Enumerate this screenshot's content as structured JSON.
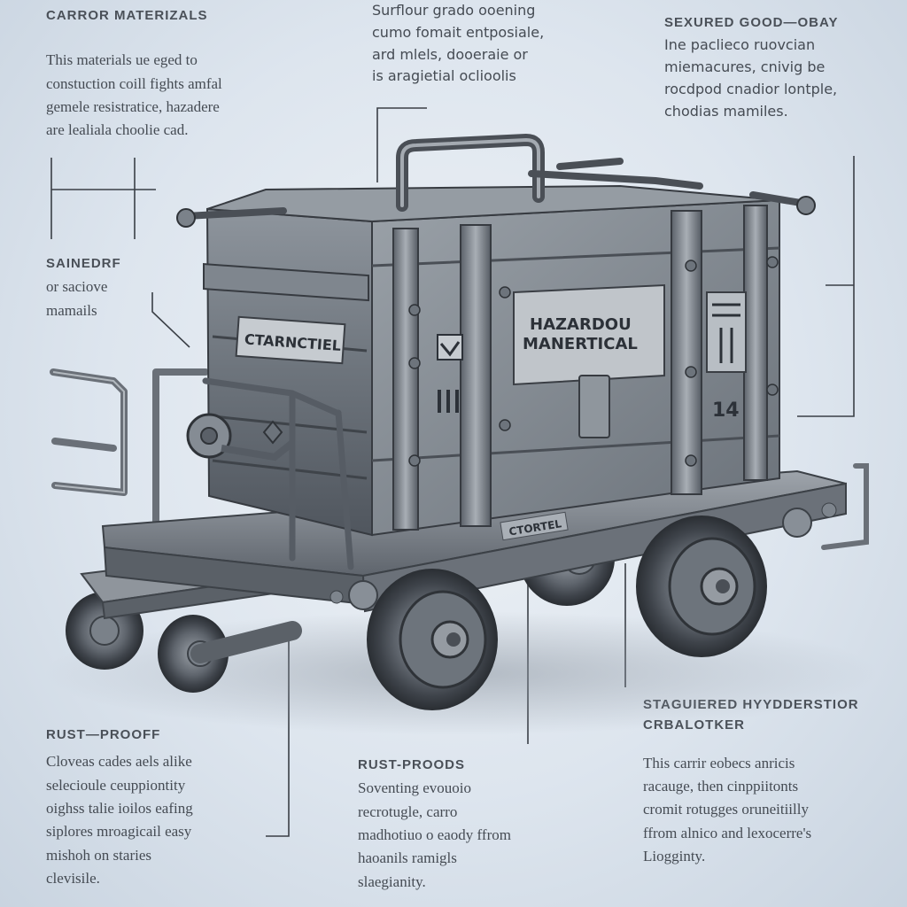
{
  "callouts": {
    "top_left": {
      "head": "CARROR MATERIZALS",
      "body": "This materials ue eged to\nconstuction coill fights amfal\ngemele resistratice, hazadere\nare lealiala choolie cad."
    },
    "top_center": {
      "body": "Surflour grado ooening\ncumo fomait entposiale,\nard mlels, dooeraie or\nis aragietial oclioolis"
    },
    "top_right": {
      "head": "SEXURED GOOD—obay",
      "body": "Ine paclieco ruovcian\nmiemacures, cnivig be\nrocdpod cnadior lontple,\nchodias mamiles."
    },
    "mid_left": {
      "head": "SAINEDRF",
      "body": "or saciove\nmamails"
    },
    "bottom_left": {
      "head": "RUST—PROOFF",
      "body": "Cloveas cades aels alike\nselecioule ceuppiontity\noighss talie ioilos eafing\nsiplores mroagicail easy\nmishoh on staries\nclevisile."
    },
    "bottom_center": {
      "head": "RUST-PROODS",
      "body": "Soventing evouoio\nrecrotugle, carro\nmadhotiuo o eaody ffrom\nhaoanils ramigls\nslaegianity."
    },
    "bottom_right": {
      "head": "STAGUIERED HYYDDERSTIOR\nCRBALOTKER",
      "body": "This carrir eobecs anricis\nracauge, then cinppiitonts\ncromit rotugges oruneitiilly\nffrom alnico and lexocerre's\nLiogginty."
    }
  },
  "cart_labels": {
    "side_plate": "CTARNCTIEL",
    "front_panel_line1": "HAZARDOU",
    "front_panel_line2": "MANERTICAL",
    "base_plate": "CTORTEL",
    "side_code": "14"
  },
  "colors": {
    "background": "#dde5ee",
    "metal_dark": "#4e545c",
    "metal_mid": "#7c838c",
    "metal_light": "#b3b9c0",
    "leader_line": "#3a3f46"
  }
}
